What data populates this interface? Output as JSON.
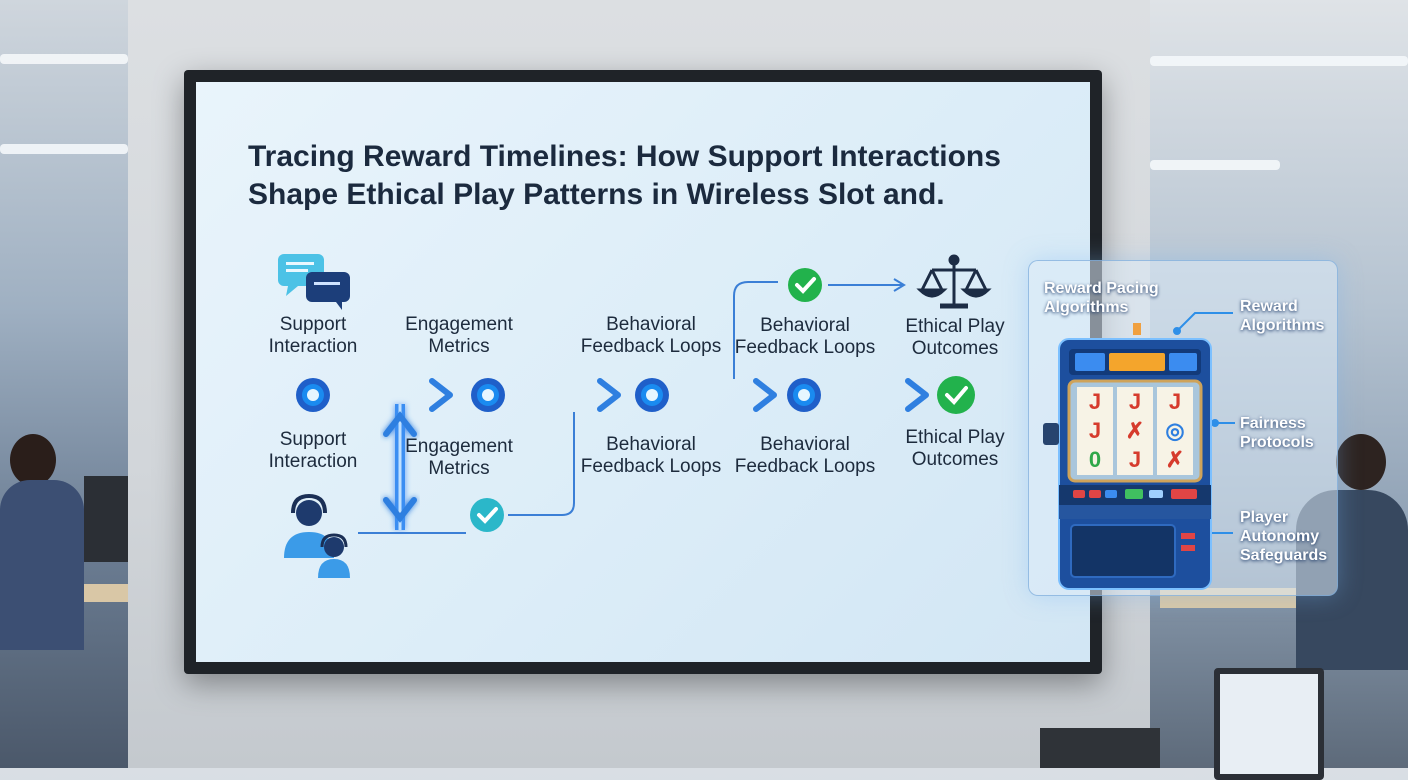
{
  "slide": {
    "title_line1": "Tracing Reward Timelines: How Support Interactions",
    "title_line2": "Shape Ethical Play Patterns in Wireless Slot and."
  },
  "top_row": [
    {
      "line1": "Support",
      "line2": "Interaction"
    },
    {
      "line1": "Engagement",
      "line2": "Metrics"
    },
    {
      "line1": "Behavioral",
      "line2": "Feedback Loops"
    },
    {
      "line1": "Behavioral",
      "line2": "Feedback Loops"
    },
    {
      "line1": "Ethical Play",
      "line2": "Outcomes"
    }
  ],
  "bottom_row": [
    {
      "line1": "Support",
      "line2": "Interaction"
    },
    {
      "line1": "Engagement",
      "line2": "Metrics"
    },
    {
      "line1": "Behavioral",
      "line2": "Feedback Loops"
    },
    {
      "line1": "Behavioral",
      "line2": "Feedback Loops"
    },
    {
      "line1": "Ethical Play",
      "line2": "Outcomes"
    }
  ],
  "icons": {
    "chat": "chat-bubbles-icon",
    "agents": "headset-agents-icon",
    "scales": "scales-icon",
    "check": "check-icon"
  },
  "side_panel": {
    "header": "Reward Pacing Algorithms",
    "callouts": [
      {
        "line1": "Reward",
        "line2": "Algorithms"
      },
      {
        "line1": "Fairness",
        "line2": "Protocols"
      },
      {
        "line1": "Player",
        "line2": "Autonomy",
        "line3": "Safeguards"
      }
    ],
    "reel_symbols": [
      "J",
      "J",
      "J",
      "J",
      "✗",
      "◎",
      "0",
      "J",
      "✗"
    ]
  },
  "colors": {
    "accent_blue": "#2f8cf0",
    "check_green": "#22b24c",
    "check_teal": "#2bb7c9",
    "title": "#1b2a3e"
  }
}
